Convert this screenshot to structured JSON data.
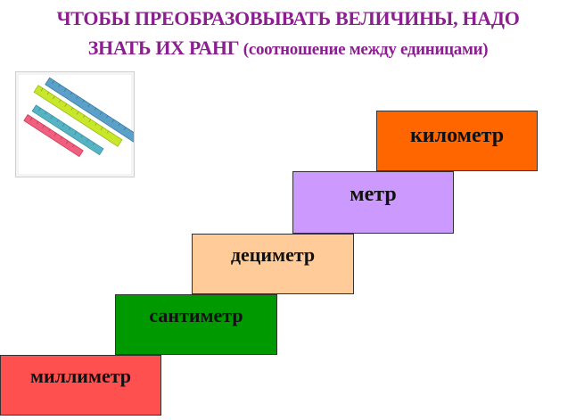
{
  "title": {
    "line1": "ЧТОБЫ ПРЕОБРАЗОВЫВАТЬ ВЕЛИЧИНЫ, НАДО",
    "line2_main": "ЗНАТЬ ИХ РАНГ",
    "line2_paren": " (соотношение между единицами)"
  },
  "image": {
    "icon": "rulers-icon"
  },
  "steps": [
    {
      "label": "километр",
      "color": "#ff6600"
    },
    {
      "label": "метр",
      "color": "#cc99ff"
    },
    {
      "label": "дециметр",
      "color": "#ffcc99"
    },
    {
      "label": "сантиметр",
      "color": "#009900"
    },
    {
      "label": "миллиметр",
      "color": "#ff5050"
    }
  ],
  "colors": {
    "title": "#8b1f8f",
    "step_border": "#333333"
  }
}
